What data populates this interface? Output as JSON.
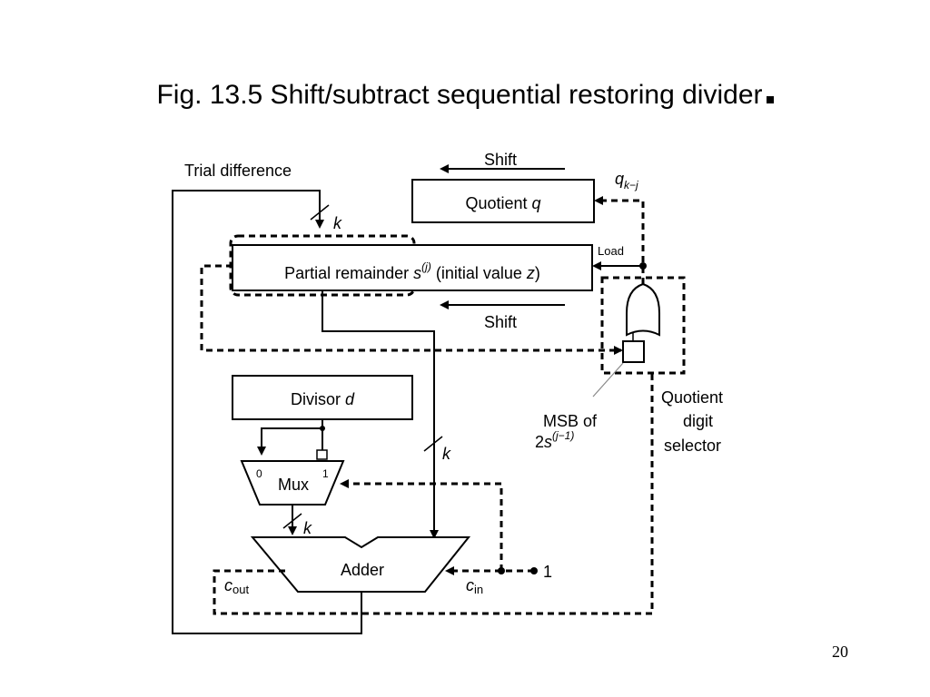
{
  "slide": {
    "title": "Fig. 13.5 Shift/subtract sequential restoring divider",
    "page_number": "20"
  },
  "diagram": {
    "labels": {
      "trial_difference": "Trial difference",
      "k": "k",
      "shift": "Shift",
      "quotient_prefix": "Quotient ",
      "quotient_var": "q",
      "q_label": "q",
      "q_subscript": "k−j",
      "load": "Load",
      "partial_prefix": "Partial remainder ",
      "partial_s": "s",
      "partial_sup": "(j)",
      "partial_suffix_a": " (initial value ",
      "partial_z": "z",
      "partial_suffix_b": ")",
      "divisor_prefix": "Divisor ",
      "divisor_var": "d",
      "mux": "Mux",
      "mux_in0": "0",
      "mux_in1": "1",
      "adder": "Adder",
      "cout_c": "c",
      "cout_sub": "out",
      "cin_c": "c",
      "cin_sub": "in",
      "one": "1",
      "msb_line1": "MSB of",
      "msb_line2_a": "2",
      "msb_line2_s": "s",
      "msb_line2_sup": "(j−1)",
      "qds_line1": "Quotient",
      "qds_line2": "digit",
      "qds_line3": "selector"
    }
  }
}
